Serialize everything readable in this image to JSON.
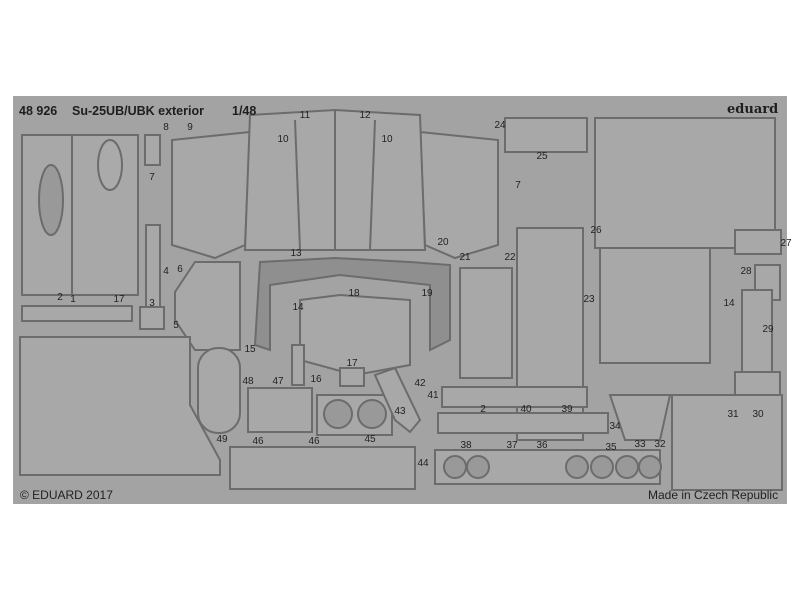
{
  "header": {
    "code": "48 926",
    "title": "Su-25UB/UBK exterior",
    "scale": "1/48",
    "brand": "eduard"
  },
  "footer": {
    "copyright": "© EDUARD 2017",
    "origin": "Made in Czech Republic"
  },
  "part_numbers": [
    "1",
    "2",
    "17",
    "3",
    "4",
    "5",
    "6",
    "7",
    "7",
    "8",
    "9",
    "10",
    "10",
    "11",
    "12",
    "13",
    "14",
    "14",
    "15",
    "16",
    "17",
    "18",
    "19",
    "20",
    "21",
    "22",
    "23",
    "24",
    "25",
    "26",
    "27",
    "28",
    "29",
    "30",
    "31",
    "32",
    "33",
    "34",
    "35",
    "36",
    "37",
    "38",
    "39",
    "40",
    "41",
    "42",
    "43",
    "44",
    "45",
    "46",
    "46",
    "47",
    "48",
    "49",
    "2"
  ],
  "colors": {
    "fret": "#a3a3a3",
    "part_outline": "#6f6f6f",
    "part_fill": "#a9a9a9",
    "text": "#222222"
  }
}
